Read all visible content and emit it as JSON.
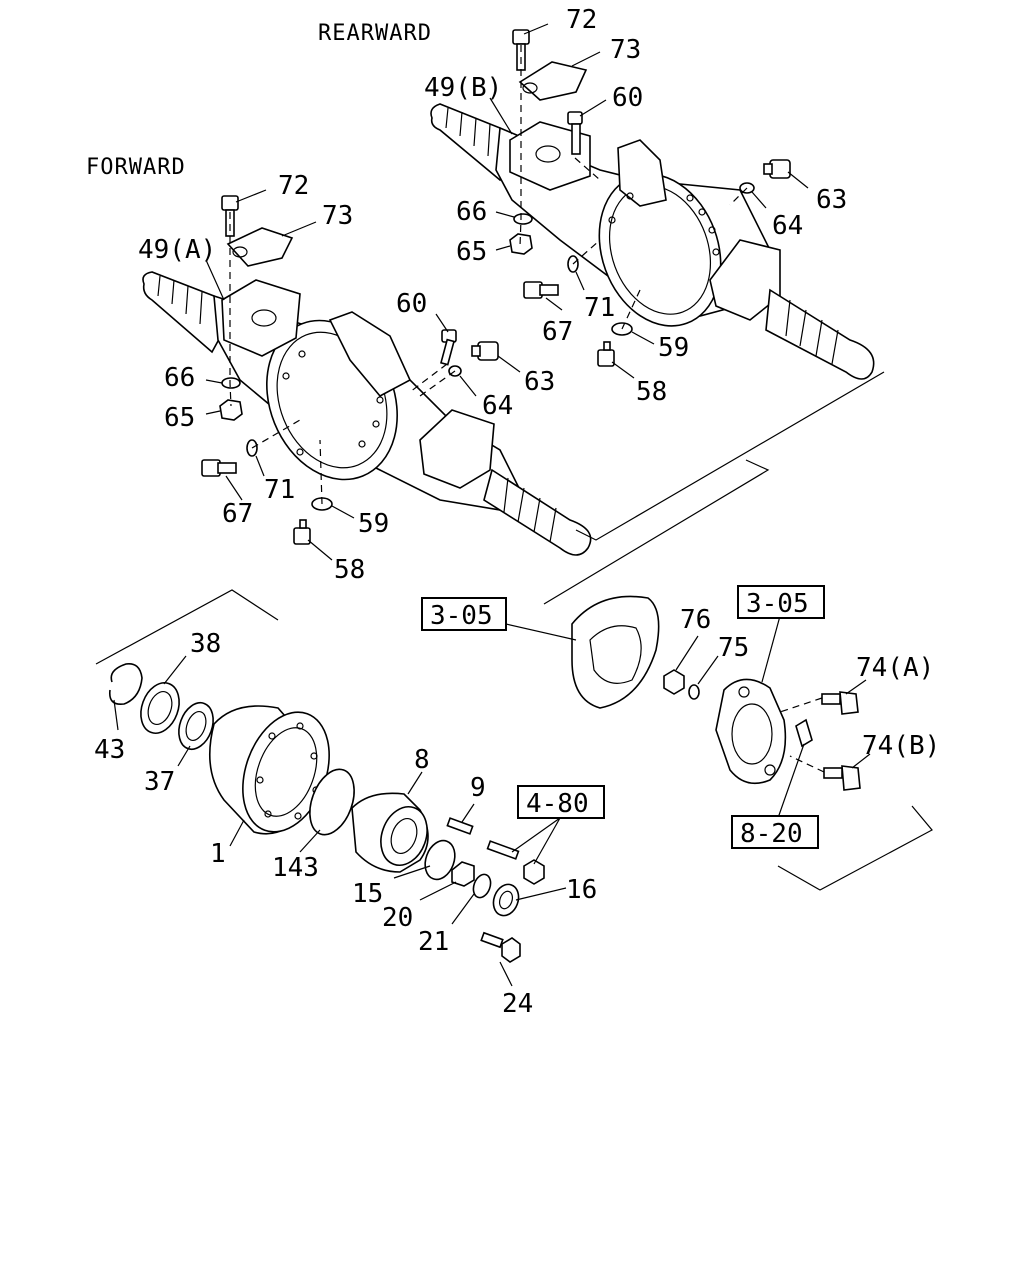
{
  "direction_labels": {
    "rearward": "REARWARD",
    "forward": "FORWARD"
  },
  "callouts": {
    "c72_rear": "72",
    "c73_rear": "73",
    "c49b": "49(B)",
    "c60_rear": "60",
    "c66_rear": "66",
    "c65_rear": "65",
    "c63_rear": "63",
    "c64_rear": "64",
    "c71_rear": "71",
    "c67_rear": "67",
    "c59_rear": "59",
    "c58_rear": "58",
    "c72_front": "72",
    "c73_front": "73",
    "c49a": "49(A)",
    "c60_front": "60",
    "c63_front": "63",
    "c64_front": "64",
    "c66_front": "66",
    "c65_front": "65",
    "c71_front": "71",
    "c67_front": "67",
    "c59_front": "59",
    "c58_front": "58",
    "c76": "76",
    "c75": "75",
    "c74a": "74(A)",
    "c74b": "74(B)",
    "c38": "38",
    "c43": "43",
    "c37": "37",
    "c8": "8",
    "c9": "9",
    "c1": "1",
    "c143": "143",
    "c15": "15",
    "c20": "20",
    "c21": "21",
    "c16": "16",
    "c24": "24"
  },
  "reference_boxes": {
    "ref_left_305": "3-05",
    "ref_right_305": "3-05",
    "ref_480": "4-80",
    "ref_820": "8-20"
  }
}
